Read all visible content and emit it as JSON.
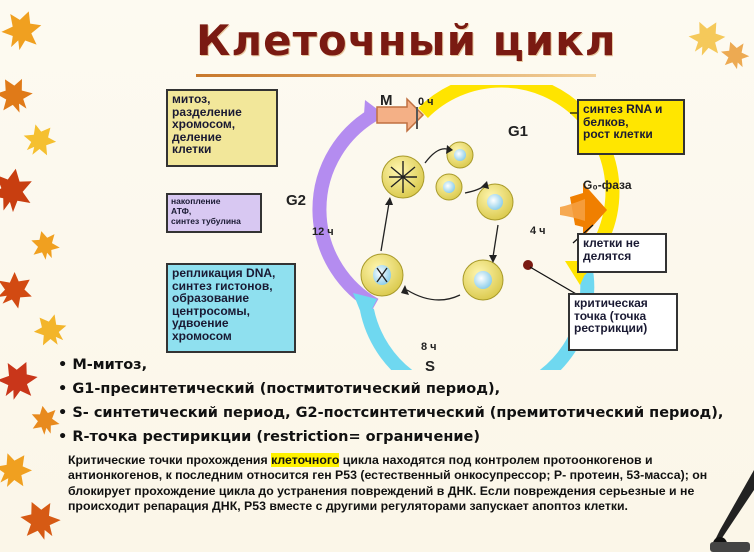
{
  "title": "Клеточный цикл",
  "diagram": {
    "phase_labels": {
      "m": "M",
      "g1": "G1",
      "g2": "G2",
      "s": "S",
      "g0": "G₀-фаза"
    },
    "time_labels": {
      "zero": "0 ч",
      "four": "4 ч",
      "twelve": "12 ч",
      "eight": "8 ч"
    },
    "boxes": {
      "mitosis": [
        "митоз,",
        "разделение",
        "хромосом,",
        "деление",
        "клетки"
      ],
      "atp": [
        "накопление",
        "АТФ,",
        "синтез тубулина"
      ],
      "replication": [
        "репликация DNA,",
        "синтез гистонов,",
        "образование",
        "центросомы,",
        "удвоение",
        "хромосом"
      ],
      "rna": [
        "синтез RNA и",
        "белков,",
        "рост клетки"
      ],
      "no_division": [
        "клетки не",
        "делятся"
      ],
      "critical": [
        "критическая",
        "точка (точка",
        "рестрикции)"
      ]
    },
    "colors": {
      "m": "#f3a36a",
      "g1": "#ffe000",
      "s": "#6fd8f0",
      "g2": "#b28cf0",
      "g0": "#f07f00",
      "cell": "#e8dc70"
    }
  },
  "bullets": [
    "М-митоз,",
    "G1-пресинтетический  (постмитотический период),",
    "S- синтетический период, G2-постсинтетический (премитотический период),",
    "R-точка рестирикции (restriction= ограничение)"
  ],
  "paragraph": {
    "before": "Критические точки прохождения ",
    "highlight": "клеточного",
    "after": " цикла находятся под контролем протоонкогенов и антионкогенов, к последним относится ген Р53 (естественный онкосупрессор; Р- протеин, 53-масса); он блокирует прохождение цикла  до устранения повреждений в ДНК.  Если повреждения серьезные и не происходит репарация ДНК, Р53 вместе с другими регуляторами запускает апоптоз  клетки."
  }
}
